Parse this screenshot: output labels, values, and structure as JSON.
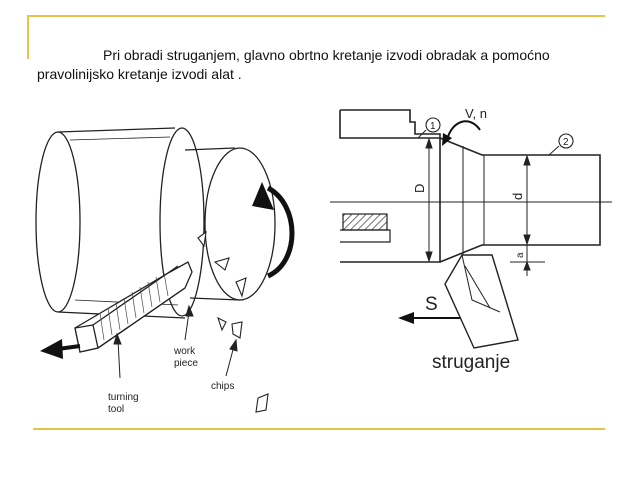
{
  "slide": {
    "paragraph": "Pri obradi struganjem, glavno obrtno kretanje izvodi obradak a pomoćno pravolinijsko kretanje izvodi alat ."
  },
  "left_figure": {
    "workpiece_label_line1": "work",
    "workpiece_label_line2": "piece",
    "chips_label": "chips",
    "tool_label_line1": "turning",
    "tool_label_line2": "tool"
  },
  "right_figure": {
    "marker_1": "1",
    "marker_2": "2",
    "speed_label": "V, n",
    "diameter_D": "D",
    "diameter_d": "d",
    "depth_a": "a",
    "feed_label": "S",
    "caption": "struganje"
  },
  "colors": {
    "accent_rule": "#e6c44a",
    "line": "#222222"
  }
}
